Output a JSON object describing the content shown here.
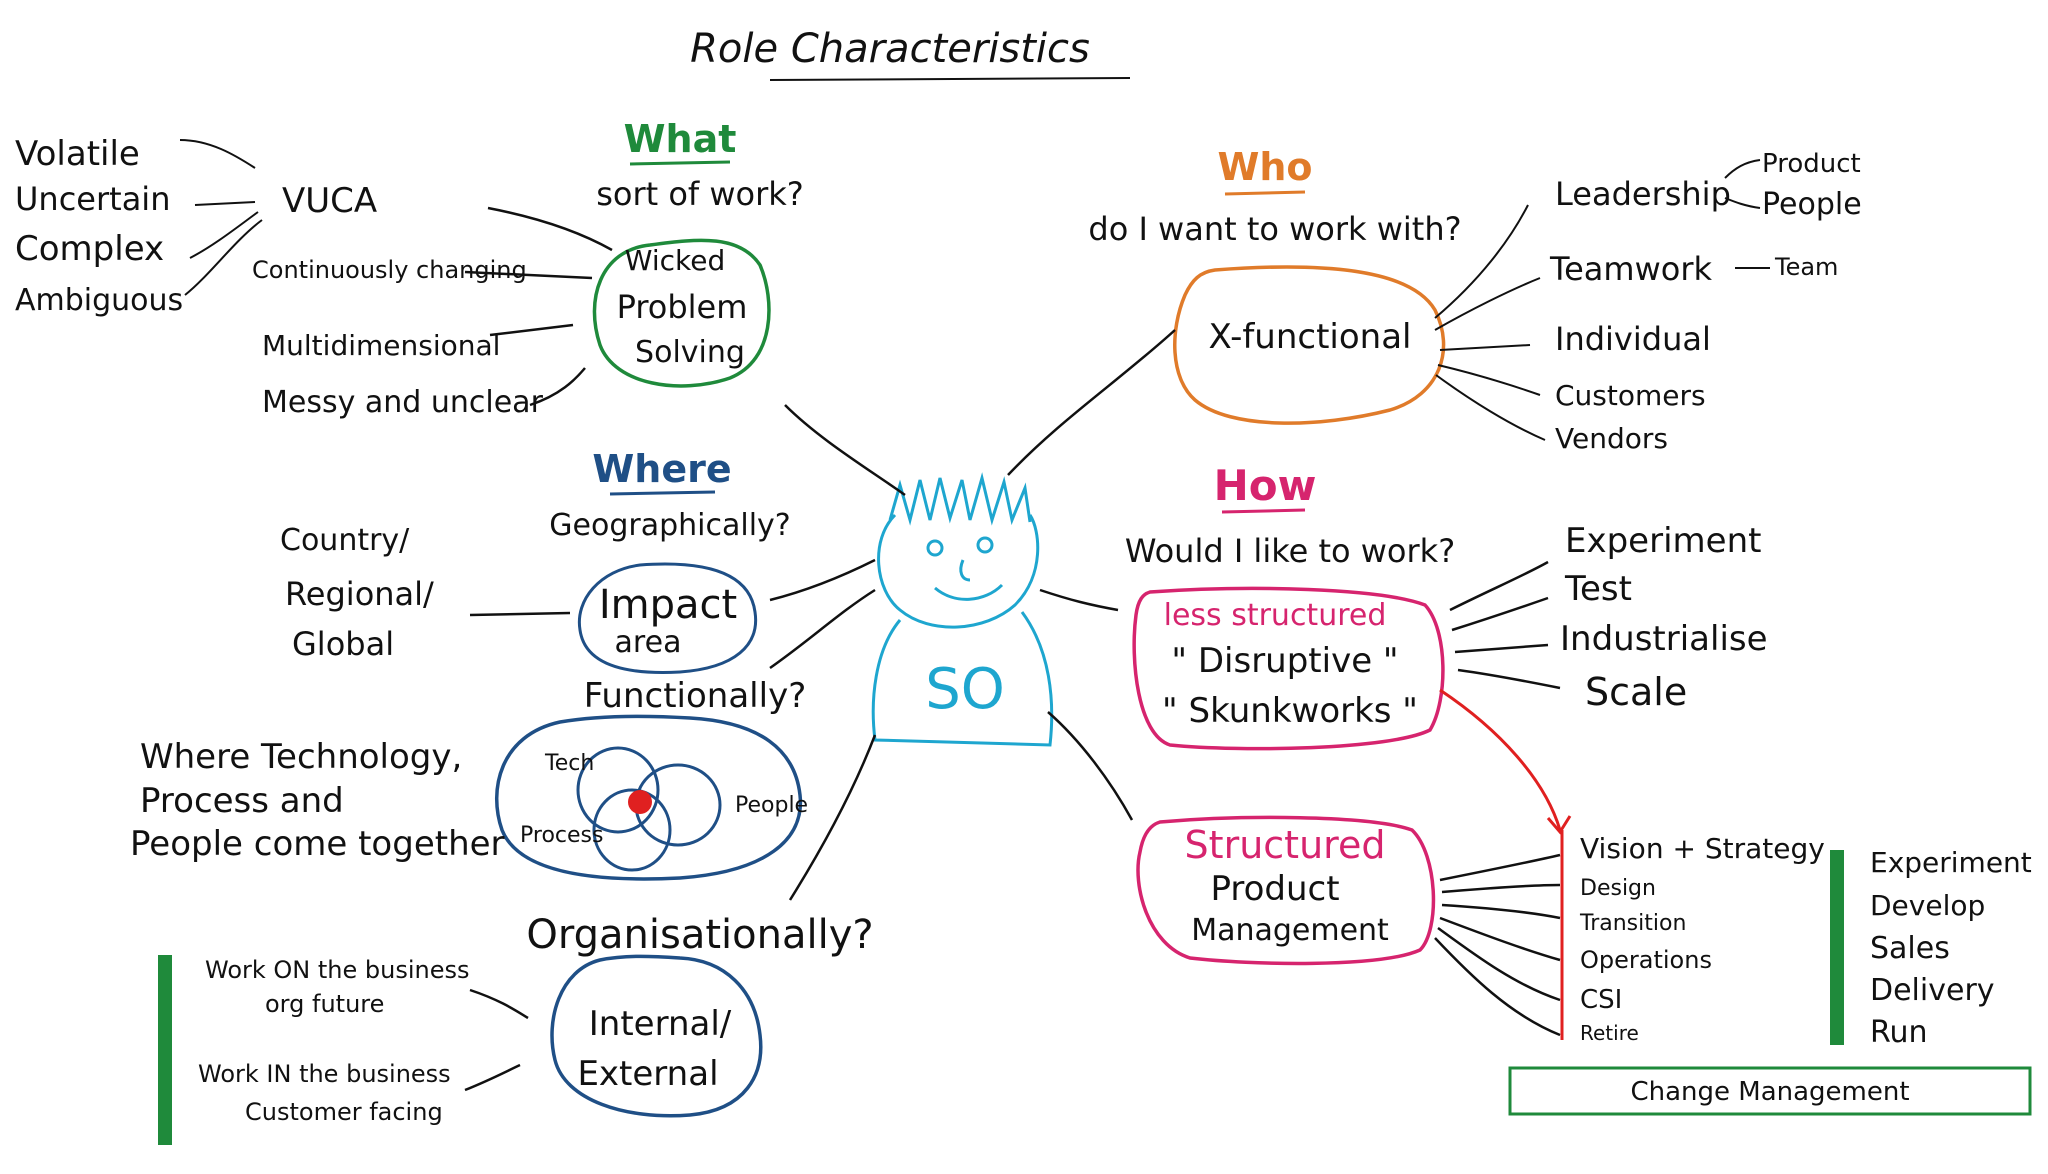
{
  "title": "Role Characteristics",
  "colors": {
    "ink": "#111111",
    "green": "#1f8a3b",
    "orange": "#e07b2a",
    "navy": "#1f4f86",
    "magenta": "#d6246e",
    "red": "#e02020",
    "cyan": "#1ea6cf"
  },
  "what": {
    "heading": "What",
    "question": "sort of work?",
    "node": [
      "Wicked",
      "Problem",
      "Solving"
    ],
    "vuca_terms": [
      "Volatile",
      "Uncertain",
      "Complex",
      "Ambiguous"
    ],
    "items": [
      "VUCA",
      "Continuously changing",
      "Multidimensional",
      "Messy and unclear"
    ]
  },
  "who": {
    "heading": "Who",
    "question": "do I want to work with?",
    "node": "X-functional",
    "items": [
      "Leadership",
      "Teamwork",
      "Individual",
      "Customers",
      "Vendors"
    ],
    "leadership_sub": [
      "Product",
      "People"
    ],
    "teamwork_sub": "Team"
  },
  "where": {
    "heading": "Where",
    "question": "Geographically?",
    "node": [
      "Impact",
      "area"
    ],
    "options": [
      "Country/",
      "Regional/",
      "Global"
    ]
  },
  "functionally": {
    "question": "Functionally?",
    "note": [
      "Where Technology,",
      "Process and",
      "People come together"
    ],
    "venn": [
      "Tech",
      "People",
      "Process"
    ]
  },
  "organisationally": {
    "question": "Organisationally?",
    "node": [
      "Internal/",
      "External"
    ],
    "on": [
      "Work ON the business",
      "org future"
    ],
    "in": [
      "Work IN the business",
      "Customer facing"
    ]
  },
  "center": {
    "initials": "SO"
  },
  "how": {
    "heading": "How",
    "question": "Would I like to work?",
    "less_structured": {
      "label": "less structured",
      "lines": [
        "\" Disruptive \"",
        "\" Skunkworks \""
      ],
      "items": [
        "Experiment",
        "Test",
        "Industrialise",
        "Scale"
      ]
    },
    "structured": {
      "label": "Structured",
      "lines": [
        "Product",
        "Management"
      ],
      "items": [
        "Vision + Strategy",
        "Design",
        "Transition",
        "Operations",
        "CSI",
        "Retire"
      ]
    }
  },
  "lifecycle": [
    "Experiment",
    "Develop",
    "Sales",
    "Delivery",
    "Run"
  ],
  "change_management": "Change Management"
}
